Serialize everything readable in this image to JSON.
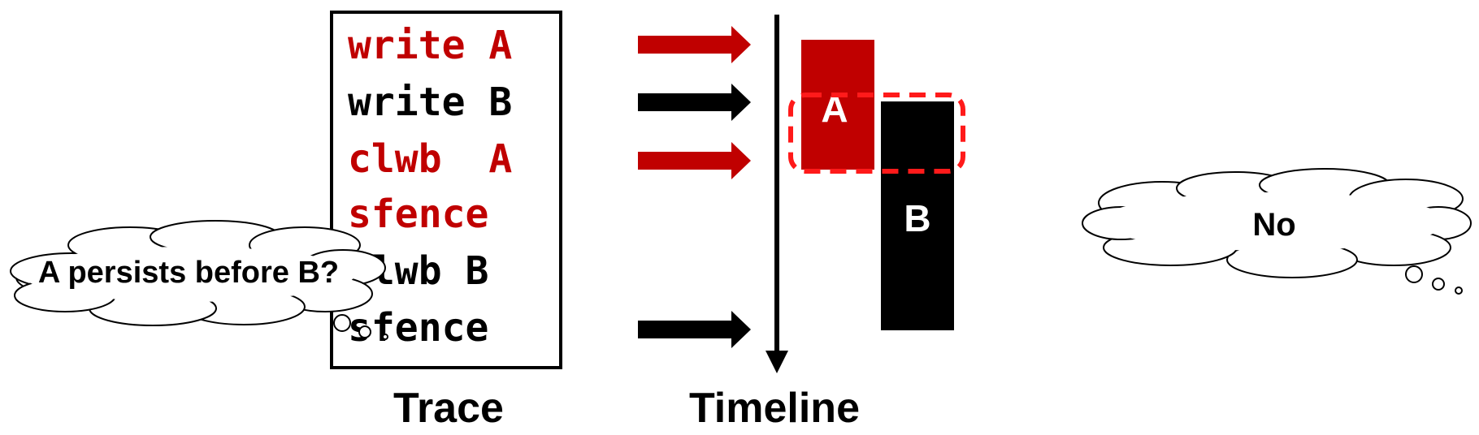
{
  "colors": {
    "red": "#c00000",
    "black": "#000000",
    "dash_red": "#ff1a1a"
  },
  "trace": {
    "label": "Trace",
    "lines": [
      {
        "text": "write A",
        "color": "red"
      },
      {
        "text": "write B",
        "color": "black"
      },
      {
        "text": "clwb  A",
        "color": "red"
      },
      {
        "text": "sfence",
        "color": "red"
      },
      {
        "text": "clwb B",
        "color": "black"
      },
      {
        "text": "sfence",
        "color": "black"
      }
    ]
  },
  "arrows": [
    {
      "color": "red"
    },
    {
      "color": "black"
    },
    {
      "color": "red"
    },
    {
      "color": "black"
    }
  ],
  "timeline": {
    "label": "Timeline"
  },
  "blocks": {
    "a_label": "A",
    "b_label": "B"
  },
  "clouds": {
    "question": "A persists before B?",
    "answer": "No"
  }
}
